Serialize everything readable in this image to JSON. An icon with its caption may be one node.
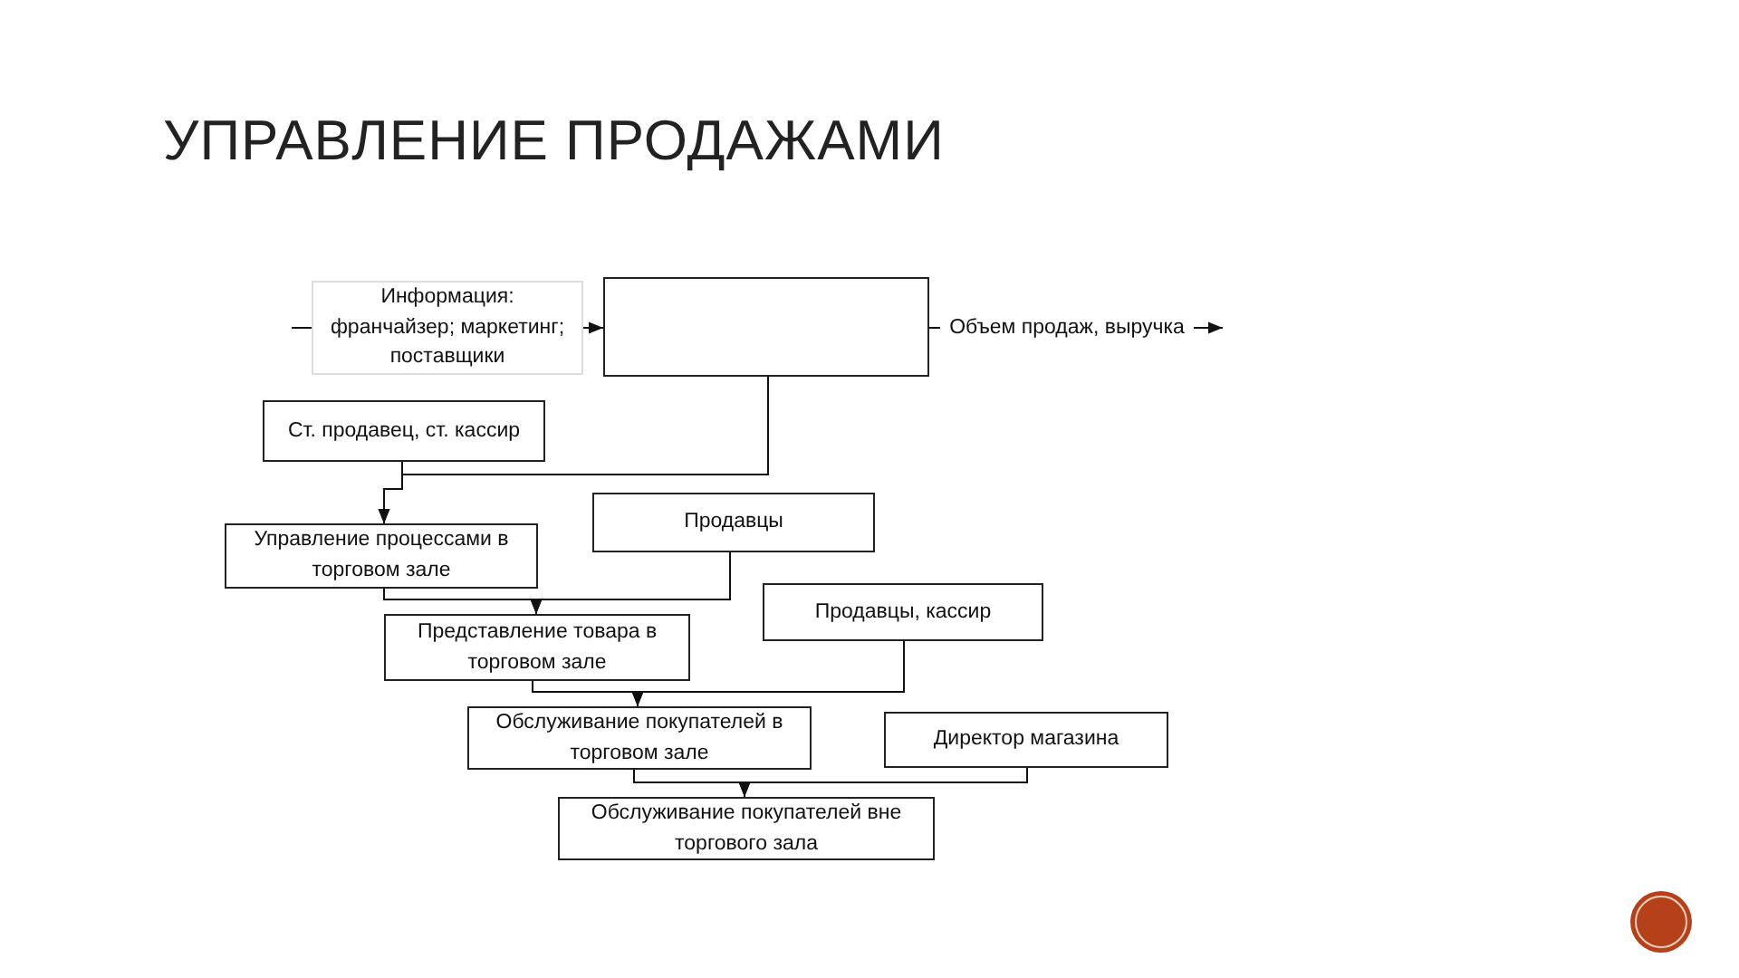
{
  "diagram": {
    "title": "УПРАВЛЕНИЕ ПРОДАЖАМИ",
    "nodes": [
      {
        "text": [
          "Информация: франчайзер; маркетинг; поставщики"
        ]
      },
      {
        "text": [],
        "shape": "box"
      },
      {
        "text": [
          "Объем продаж, выручка"
        ]
      },
      {
        "text": [
          "Ст. продавец, ст. кассир"
        ]
      },
      {
        "text": [
          "Управление процессами в торговом зале"
        ]
      },
      {
        "text": [
          "Продавцы"
        ]
      },
      {
        "text": [
          "Представление товара в торговом зале"
        ]
      },
      {
        "text": [
          "Продавцы, кассир"
        ]
      },
      {
        "text": [
          "Обслуживание покупателей в торговом зале"
        ]
      },
      {
        "text": [
          "Директор магазина"
        ]
      },
      {
        "text": [
          "Обслуживание покупателей вне торгового зала"
        ]
      }
    ],
    "edges": [
      {
        "from": null,
        "to": 0,
        "arrow": "none"
      },
      {
        "from": 0,
        "to": 1,
        "arrow": "to"
      },
      {
        "from": 1,
        "to": 2,
        "arrow": "none"
      },
      {
        "from": 2,
        "to": null,
        "arrow": "to"
      },
      {
        "from": 1,
        "to": 4,
        "arrow": "to"
      },
      {
        "from": 3,
        "to": 4,
        "arrow": "to"
      },
      {
        "from": 4,
        "to": 6,
        "arrow": "to"
      },
      {
        "from": 5,
        "to": 6,
        "arrow": "to"
      },
      {
        "from": 6,
        "to": 8,
        "arrow": "to"
      },
      {
        "from": 7,
        "to": 8,
        "arrow": "to"
      },
      {
        "from": 8,
        "to": 10,
        "arrow": "to"
      },
      {
        "from": 9,
        "to": 10,
        "arrow": "to"
      }
    ]
  }
}
